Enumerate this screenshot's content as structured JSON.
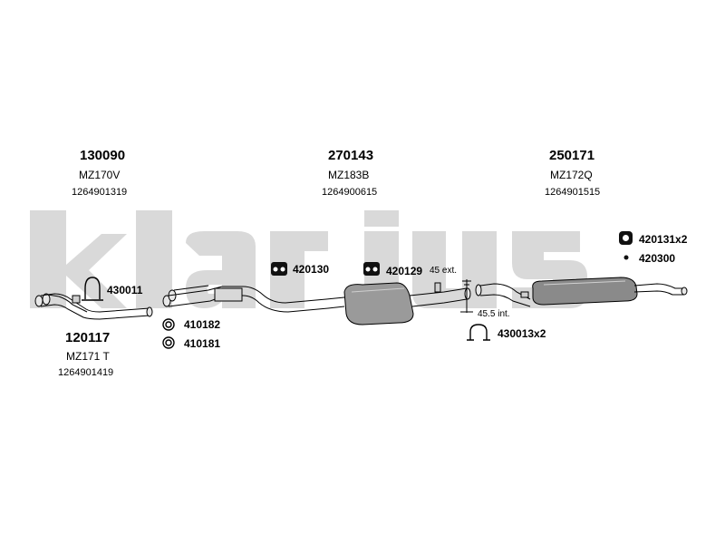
{
  "brand": {
    "watermark": "klarius",
    "color": "#d9d9d9"
  },
  "parts": [
    {
      "number": "130090",
      "model": "MZ170V",
      "oe": "1264901319"
    },
    {
      "number": "270143",
      "model": "MZ183B",
      "oe": "1264900615"
    },
    {
      "number": "250171",
      "model": "MZ172Q",
      "oe": "1264901515"
    },
    {
      "number": "120117",
      "model": "MZ171 T",
      "oe": "1264901419"
    }
  ],
  "accessories": [
    {
      "code": "430011",
      "icon": "u-bolt-clamp-icon"
    },
    {
      "code": "410182",
      "icon": "ring-gasket-icon"
    },
    {
      "code": "410181",
      "icon": "ring-gasket-icon"
    },
    {
      "code": "420130",
      "icon": "rubber-mount-icon"
    },
    {
      "code": "420129",
      "icon": "rubber-mount-icon"
    },
    {
      "code": "420131x2",
      "icon": "rubber-ring-icon"
    },
    {
      "code": "420300",
      "icon": "clip-icon"
    },
    {
      "code": "430013x2",
      "icon": "saddle-clamp-icon"
    }
  ],
  "dimensions": {
    "ext": "45 ext.",
    "int": "45.5 int."
  }
}
